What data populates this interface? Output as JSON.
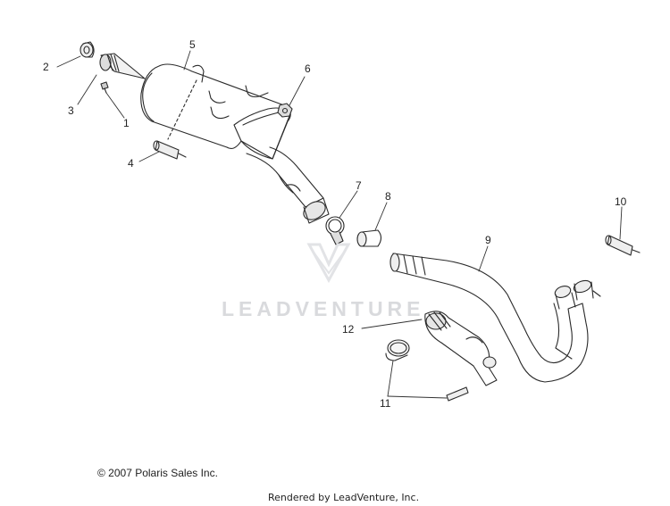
{
  "watermark": {
    "text": "LEADVENTURE"
  },
  "callouts": {
    "c1": "1",
    "c2": "2",
    "c3": "3",
    "c4": "4",
    "c5": "5",
    "c6": "6",
    "c7": "7",
    "c8": "8",
    "c9": "9",
    "c10": "10",
    "c11": "11",
    "c12": "12"
  },
  "footer": {
    "copyright": "© 2007 Polaris Sales Inc.",
    "rendered_by": "Rendered by LeadVenture, Inc."
  }
}
